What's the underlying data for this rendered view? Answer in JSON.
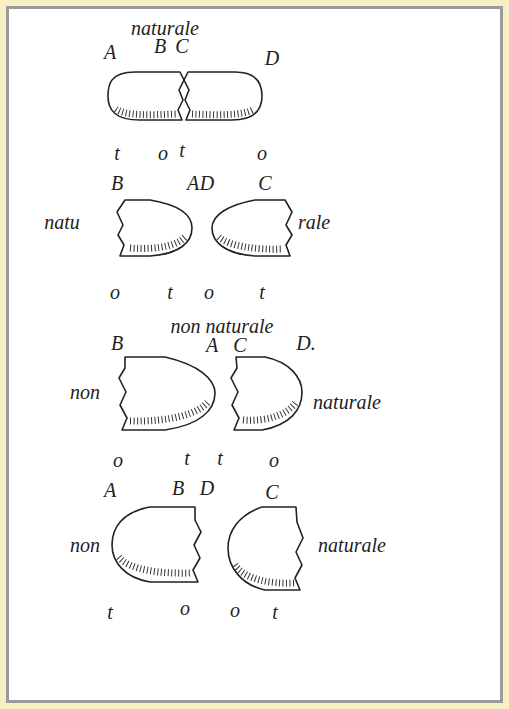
{
  "diagram": {
    "title": "naturale",
    "labels": [
      "A",
      "B",
      "C",
      "D",
      "t",
      "o",
      "t",
      "o",
      "B",
      "A",
      "D",
      "C",
      "natu",
      "rale",
      "o",
      "t",
      "o",
      "t",
      "non naturale",
      "B",
      "A",
      "C",
      "D.",
      "non",
      "naturale",
      "o",
      "t",
      "t",
      "o",
      "A",
      "B",
      "D",
      "C",
      "non",
      "naturale",
      "t",
      "o",
      "o",
      "t"
    ]
  }
}
